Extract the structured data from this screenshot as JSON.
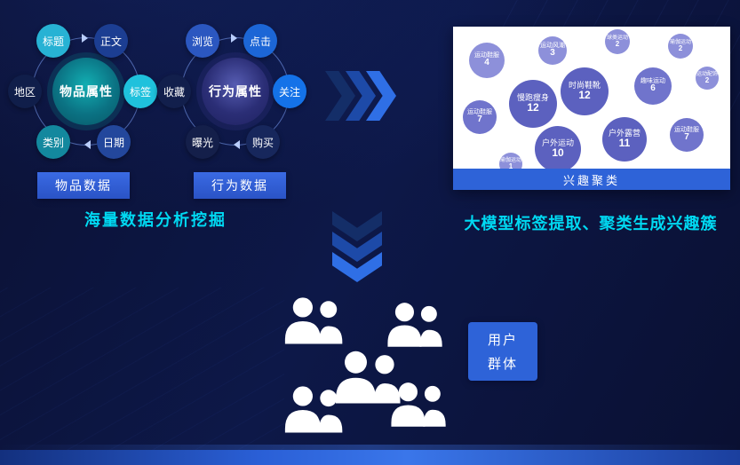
{
  "left": {
    "caption": "海量数据分析挖掘",
    "item_ring": {
      "center_label": "物品属性",
      "nodes": [
        {
          "label": "标题"
        },
        {
          "label": "正文"
        },
        {
          "label": "地区"
        },
        {
          "label": "标签"
        },
        {
          "label": "类别"
        },
        {
          "label": "日期"
        }
      ],
      "button_label": "物品数据"
    },
    "behavior_ring": {
      "center_label": "行为属性",
      "nodes": [
        {
          "label": "浏览"
        },
        {
          "label": "点击"
        },
        {
          "label": "收藏"
        },
        {
          "label": "关注"
        },
        {
          "label": "曝光"
        },
        {
          "label": "购买"
        }
      ],
      "button_label": "行为数据"
    }
  },
  "right": {
    "caption": "大模型标签提取、聚类生成兴趣簇",
    "panel_footer": "兴趣聚类",
    "bubbles": [
      {
        "label": "运动鞋服",
        "value": "4"
      },
      {
        "label": "运动风潮",
        "value": "3"
      },
      {
        "label": "球类运动",
        "value": "2"
      },
      {
        "label": "瑜伽运动",
        "value": "2"
      },
      {
        "label": "慢跑瘦身",
        "value": "12"
      },
      {
        "label": "时尚鞋靴",
        "value": "12"
      },
      {
        "label": "趣味运动",
        "value": "6"
      },
      {
        "label": "运动配饰",
        "value": "2"
      },
      {
        "label": "运动鞋服",
        "value": "7"
      },
      {
        "label": "户外运动",
        "value": "10"
      },
      {
        "label": "户外露营",
        "value": "11"
      },
      {
        "label": "运动鞋服",
        "value": "7"
      },
      {
        "label": "瑜伽运动",
        "value": "1"
      }
    ]
  },
  "bottom": {
    "group_label_line1": "用户",
    "group_label_line2": "群体"
  },
  "colors": {
    "accent_cyan": "#00d9f2",
    "button_blue": "#2e63d8",
    "bubble_purple": "#6a6fc8"
  }
}
